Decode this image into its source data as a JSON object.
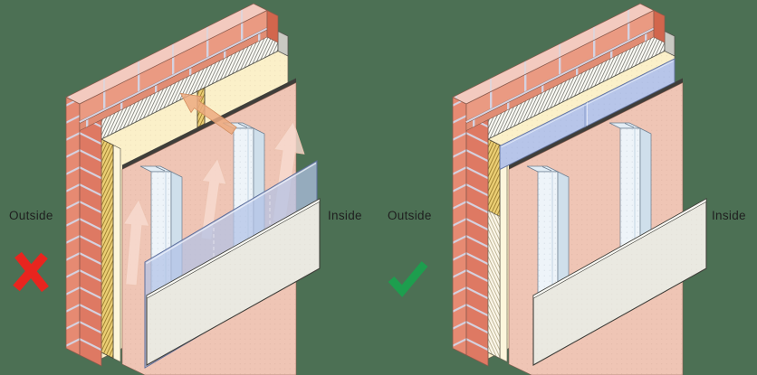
{
  "background_color": "#4c7054",
  "left_panel": {
    "outside_label": "Outside",
    "inside_label": "Inside",
    "verdict": "incorrect",
    "verdict_icon": "red-cross",
    "verdict_color": "#e8251f"
  },
  "right_panel": {
    "outside_label": "Outside",
    "inside_label": "Inside",
    "verdict": "correct",
    "verdict_icon": "green-check",
    "verdict_color": "#1d9e4e"
  },
  "palette": {
    "brick_face": "#e68a72",
    "brick_end": "#de7963",
    "brick_top": "#f3cabf",
    "mortar": "#d5d2e0",
    "insulation_quilt": "#fbfbf5",
    "timber_batten": "#ebce74",
    "sheathing_board": "#fbf0c9",
    "panel_pink": "#efc5b5",
    "membrane_blue": "#b7c5e9",
    "plasterboard": "#eae9e1",
    "metal_stud": "#eef4f9",
    "airflow_arrow": "#f8dbd0"
  }
}
